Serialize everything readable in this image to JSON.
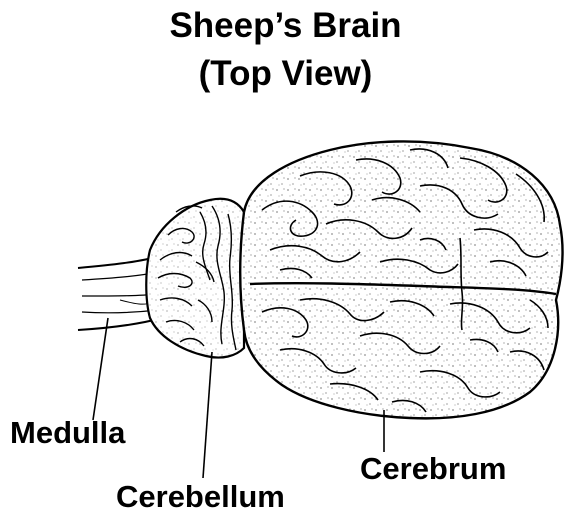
{
  "title": {
    "line1": "Sheep’s Brain",
    "line2": "(Top View)"
  },
  "labels": {
    "medulla": "Medulla",
    "cerebellum": "Cerebellum",
    "cerebrum": "Cerebrum"
  }
}
